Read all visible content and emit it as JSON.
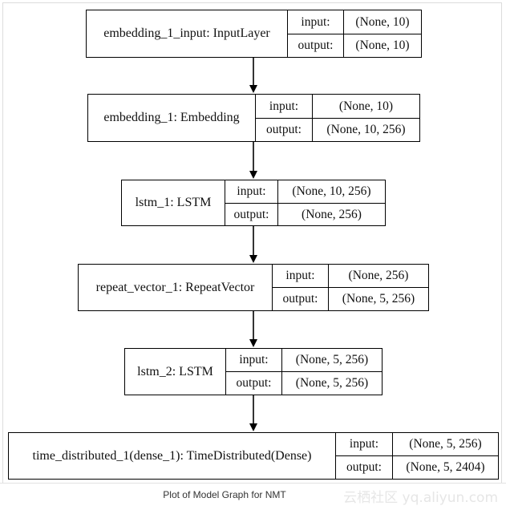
{
  "diagram": {
    "nodes": [
      {
        "name": "embedding_1_input: InputLayer",
        "input_label": "input:",
        "output_label": "output:",
        "input_shape": "(None, 10)",
        "output_shape": "(None, 10)"
      },
      {
        "name": "embedding_1: Embedding",
        "input_label": "input:",
        "output_label": "output:",
        "input_shape": "(None, 10)",
        "output_shape": "(None, 10, 256)"
      },
      {
        "name": "lstm_1: LSTM",
        "input_label": "input:",
        "output_label": "output:",
        "input_shape": "(None, 10, 256)",
        "output_shape": "(None, 256)"
      },
      {
        "name": "repeat_vector_1: RepeatVector",
        "input_label": "input:",
        "output_label": "output:",
        "input_shape": "(None, 256)",
        "output_shape": "(None, 5, 256)"
      },
      {
        "name": "lstm_2: LSTM",
        "input_label": "input:",
        "output_label": "output:",
        "input_shape": "(None, 5, 256)",
        "output_shape": "(None, 5, 256)"
      },
      {
        "name": "time_distributed_1(dense_1): TimeDistributed(Dense)",
        "input_label": "input:",
        "output_label": "output:",
        "input_shape": "(None, 5, 256)",
        "output_shape": "(None, 5, 2404)"
      }
    ]
  },
  "caption": "Plot of Model Graph for NMT",
  "watermark": "云栖社区 yq.aliyun.com"
}
